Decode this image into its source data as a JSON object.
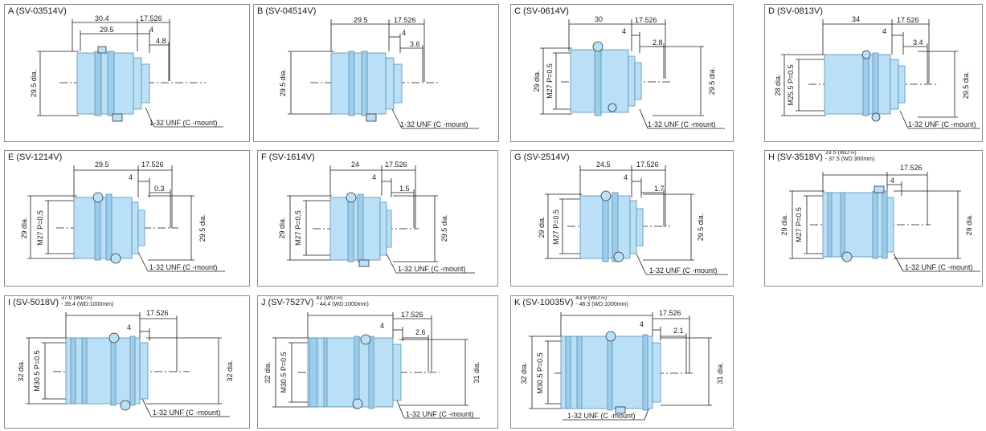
{
  "colors": {
    "body": "#b9e0f6",
    "body_dark": "#9ccdea",
    "ring": "#5b8fb0",
    "screw": "#ffd24d",
    "line": "#1a1a1a"
  },
  "panels": [
    {
      "id": "A",
      "title": "A (SV-03514V)",
      "dims": [
        "30.4",
        "29.5",
        "17.526",
        "4",
        "4.8"
      ],
      "vert": [
        "29.5 dia."
      ],
      "mount": "1-32 UNF (C -mount)"
    },
    {
      "id": "B",
      "title": "B (SV-04514V)",
      "dims": [
        "29.5",
        "17.526",
        "4",
        "3.6"
      ],
      "vert": [
        "29.5 dia."
      ],
      "mount": "1-32 UNF (C -mount)"
    },
    {
      "id": "C",
      "title": "C (SV-0614V)",
      "dims": [
        "30",
        "17.526",
        "4",
        "2.8"
      ],
      "vert": [
        "29 dia.",
        "M27 P=0.5",
        "29.5 dia."
      ],
      "mount": "1-32 UNF (C -mount)"
    },
    {
      "id": "D",
      "title": "D (SV-0813V)",
      "dims": [
        "34",
        "17.526",
        "4",
        "3.4"
      ],
      "vert": [
        "28 dia.",
        "M25.5 P=0.5",
        "29.5 dia."
      ],
      "mount": "1-32 UNF (C -mount)"
    },
    {
      "id": "E",
      "title": "E (SV-1214V)",
      "dims": [
        "29.5",
        "17.526",
        "4",
        "0.3"
      ],
      "vert": [
        "29 dia.",
        "M27 P=0.5",
        "29.5 dia."
      ],
      "mount": "1-32 UNF (C -mount)"
    },
    {
      "id": "F",
      "title": "F (SV-1614V)",
      "dims": [
        "24",
        "17.526",
        "4",
        "1.5"
      ],
      "vert": [
        "29 dia.",
        "M27 P=0.5",
        "29.5 dia."
      ],
      "mount": "1-32 UNF (C -mount)"
    },
    {
      "id": "G",
      "title": "G (SV-2514V)",
      "dims": [
        "24.5",
        "17.526",
        "4",
        "1.7"
      ],
      "vert": [
        "29 dia.",
        "M27 P=0.5",
        "29.5 dia."
      ],
      "mount": "1-32 UNF (C -mount)"
    },
    {
      "id": "H",
      "title": "H (SV-3518V)",
      "wd": [
        "33.5 (WD:∞)",
        "- 37.5 (WD:300mm)"
      ],
      "dims": [
        "17.526",
        "4"
      ],
      "vert": [
        "29 dia.",
        "M27 P=0.5",
        "29 dia."
      ],
      "mount": "1-32 UNF (C -mount)"
    },
    {
      "id": "I",
      "title": "I (SV-5018V)",
      "wd": [
        "37.0 (WD:∞)",
        "- 39.4 (WD:1000mm)"
      ],
      "dims": [
        "17.526",
        "4"
      ],
      "vert": [
        "32 dia.",
        "M30.5 P=0.5",
        "32 dia."
      ],
      "mount": "1-32 UNF (C -mount)"
    },
    {
      "id": "J",
      "title": "J (SV-7527V)",
      "wd": [
        "42 (WD:∞)",
        "- 44.4 (WD:1000mm)"
      ],
      "dims": [
        "17.526",
        "4",
        "2.6"
      ],
      "vert": [
        "32 dia.",
        "M30.5 P=0.5",
        "31 dia."
      ],
      "mount": "1-32 UNF (C -mount)"
    },
    {
      "id": "K",
      "title": "K (SV-10035V)",
      "wd": [
        "43.9 (WD:∞)",
        "- 46.3 (WD:1000mm)"
      ],
      "dims": [
        "17.526",
        "4",
        "2.1"
      ],
      "vert": [
        "32 dia.",
        "M30.5 P=0.5",
        "31 dia."
      ],
      "mount": "1-32 UNF (C -mount)"
    }
  ]
}
